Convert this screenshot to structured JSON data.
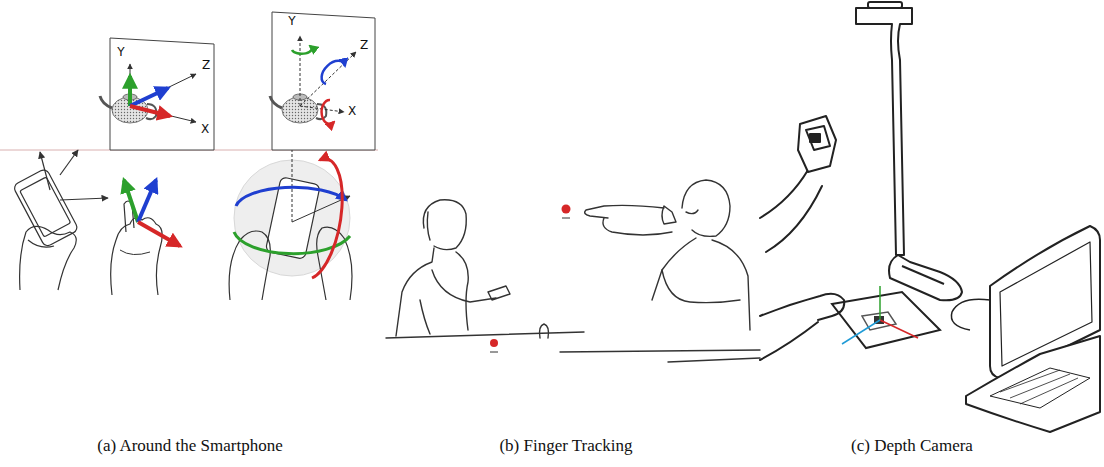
{
  "diagram": {
    "labels": [
      "Y",
      "Z",
      "X",
      "Y",
      "Z",
      "X",
      "(a) Around the Smartphone",
      "(b) Finger Tracking",
      "(c) Depth Camera"
    ]
  }
}
